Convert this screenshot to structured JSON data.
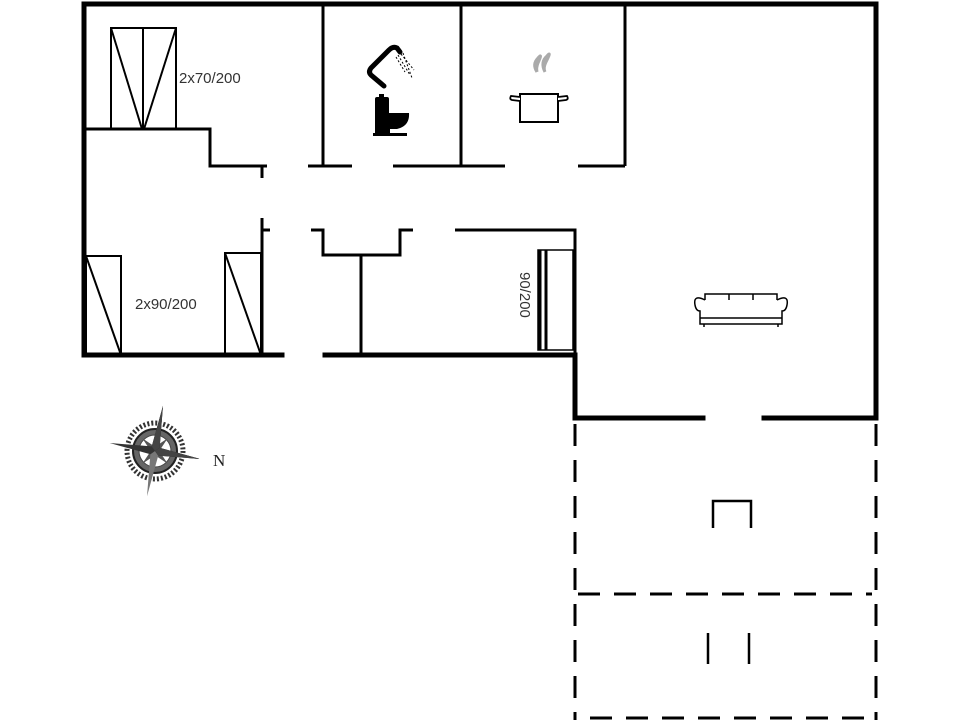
{
  "floorplan": {
    "labels": {
      "bed_top_left": "2x70/200",
      "bed_bottom_left": "2x90/200",
      "bed_single": "90/200"
    },
    "compass": {
      "north_label": "N"
    },
    "icons": [
      "shower-icon",
      "toilet-icon",
      "cooking-pot-icon",
      "sofa-icon",
      "compass-rose-icon"
    ],
    "colors": {
      "wall": "#000000",
      "background": "#ffffff",
      "steam": "#aaaaaa",
      "text": "#333333"
    }
  }
}
